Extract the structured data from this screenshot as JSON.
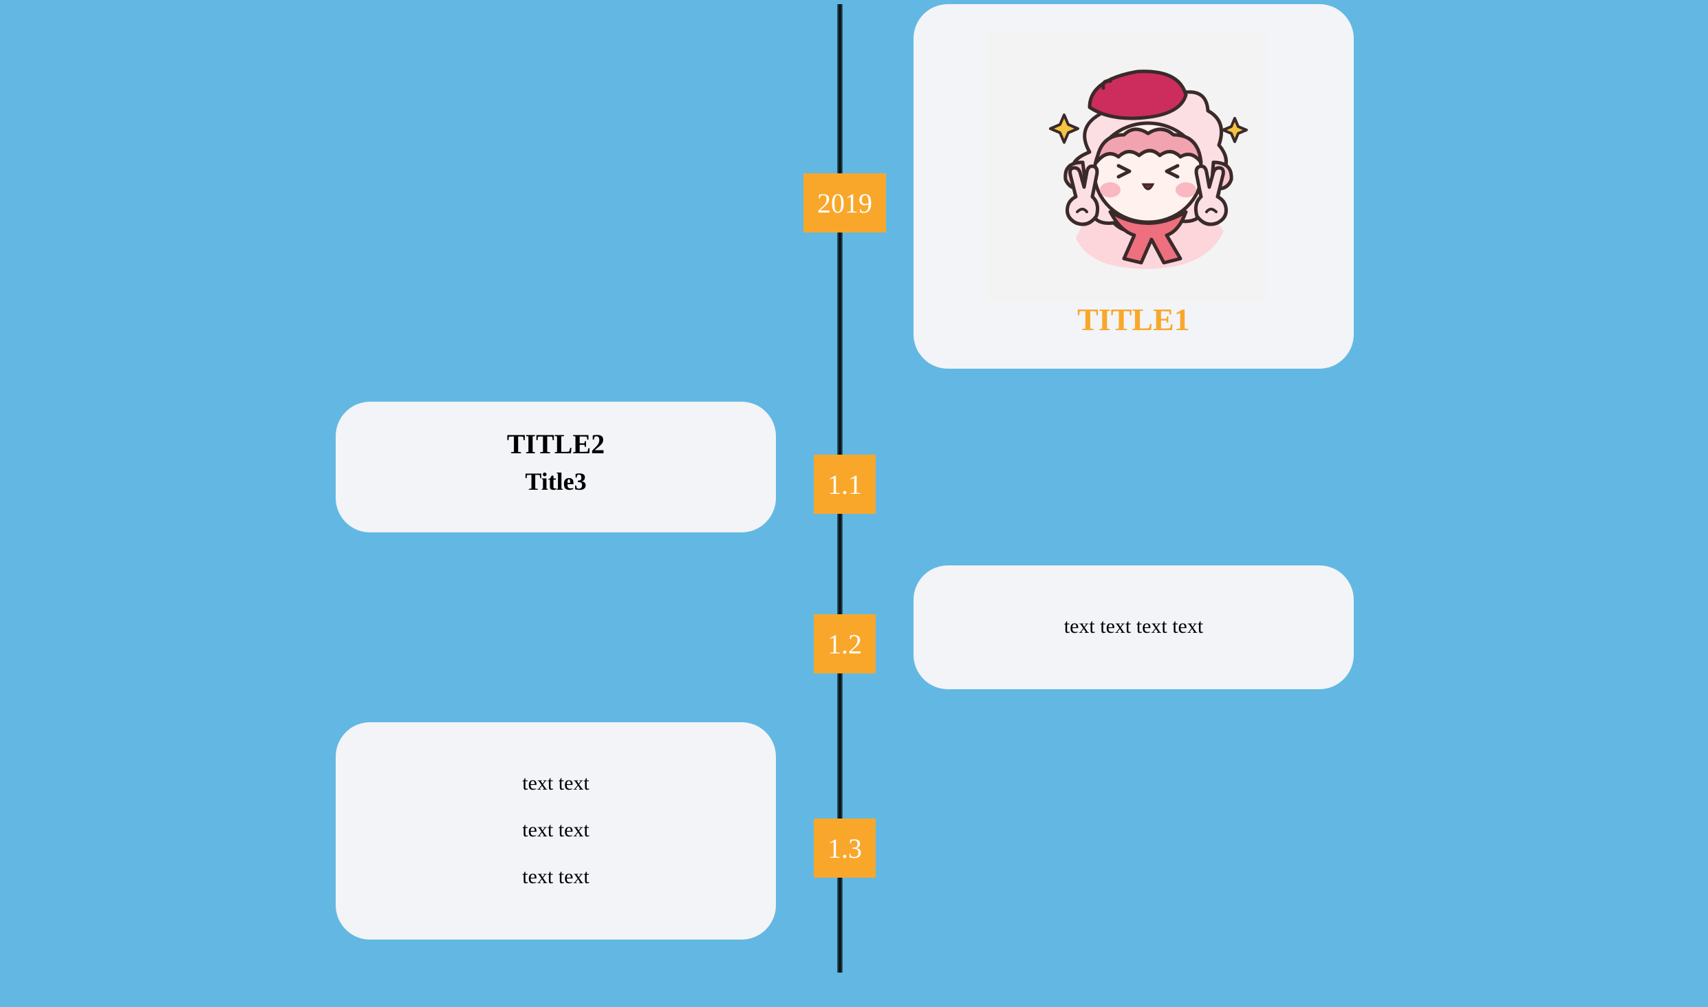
{
  "timeline": {
    "markers": [
      "2019",
      "1.1",
      "1.2",
      "1.3"
    ]
  },
  "cards": {
    "card1": {
      "title": "TITLE1",
      "image": "cartoon-sheep-girl-beret-peace-sign"
    },
    "card2": {
      "title": "TITLE2",
      "subtitle": "Title3"
    },
    "card3": {
      "text": "text text text text"
    },
    "card4": {
      "lines": [
        "text text",
        "text text",
        "text text"
      ]
    }
  },
  "colors": {
    "background": "#62b8e2",
    "marker": "#f9a72b",
    "card": "#f2f4f7",
    "title_accent": "#f9a72b"
  }
}
